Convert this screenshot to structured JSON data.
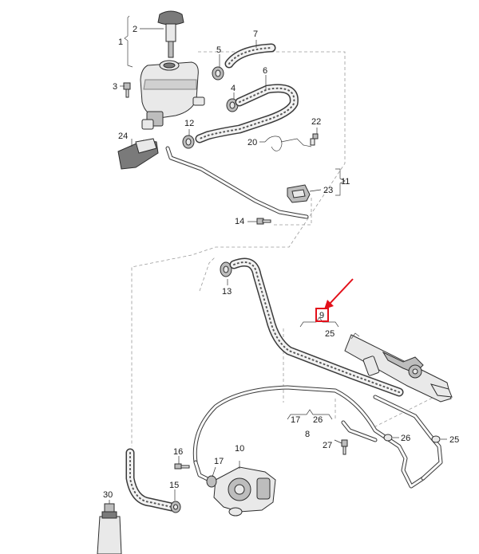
{
  "diagram": {
    "labels": {
      "l1": "1",
      "l2": "2",
      "l3": "3",
      "l4": "4",
      "l5": "5",
      "l6": "6",
      "l7": "7",
      "l8": "8",
      "l9": "9",
      "l10": "10",
      "l11": "11",
      "l12": "12",
      "l13": "13",
      "l14": "14",
      "l15": "15",
      "l16": "16",
      "l17a": "17",
      "l17b": "17",
      "l20": "20",
      "l22": "22",
      "l23": "23",
      "l24": "24",
      "l25a": "25",
      "l25b": "25",
      "l26a": "26",
      "l26b": "26",
      "l27": "27",
      "l30": "30"
    },
    "highlight": {
      "callout": "9",
      "color": "#e3101a"
    },
    "colors": {
      "line": "#3a3a3a",
      "dashed_guide": "#9a9a9a",
      "highlight": "#e3101a"
    }
  }
}
